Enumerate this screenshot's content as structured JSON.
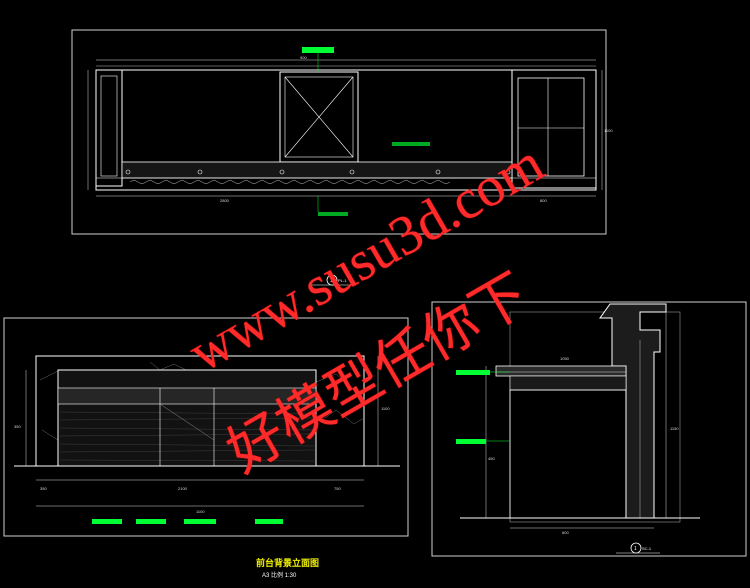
{
  "drawing": {
    "colors": {
      "background": "#000000",
      "outline": "#ffffff",
      "dimension": "#d8d8d8",
      "tag": "#00ff33",
      "title": "#f0f000",
      "watermark": "#ff2a2a"
    },
    "panels": [
      {
        "id": "plan",
        "type": "top-plan-view"
      },
      {
        "id": "front-elevation",
        "type": "elevation"
      },
      {
        "id": "section",
        "type": "section"
      }
    ],
    "bottom_left_title": "前台背景立面图",
    "bottom_left_subtitle": "A3 比例 1:30",
    "watermark_url": "www.susu3d.com",
    "watermark_cn": "好模型任你下",
    "symbols": [
      {
        "label": "1",
        "sub": "PL-1"
      },
      {
        "label": "1",
        "sub": "SC-1"
      }
    ],
    "dimensions": {
      "plan": [
        "900",
        "2800",
        "800",
        "1100"
      ],
      "elevation": [
        "350",
        "2100",
        "750",
        "1100",
        "350",
        "1100"
      ],
      "section": [
        "1050",
        "1150",
        "600",
        "450"
      ]
    }
  }
}
